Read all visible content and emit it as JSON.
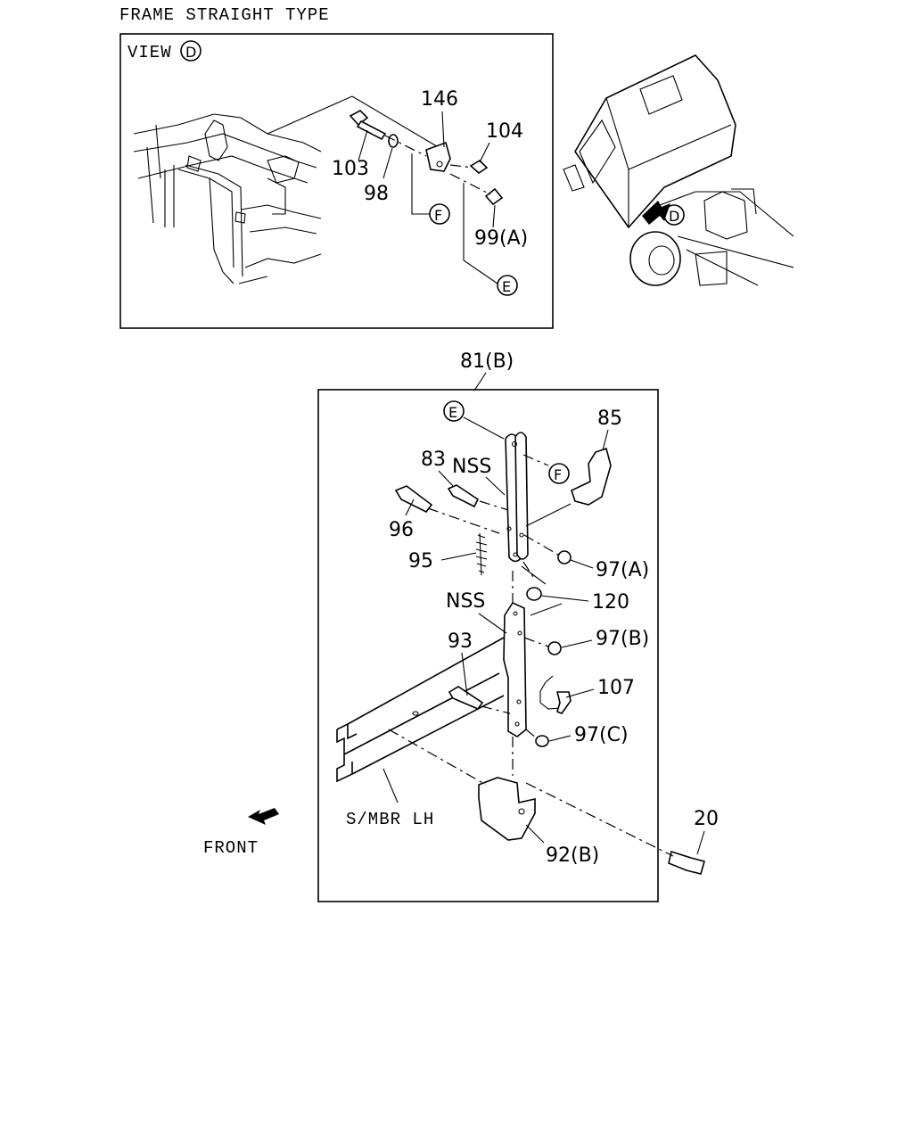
{
  "header": {
    "title": "FRAME STRAIGHT TYPE"
  },
  "view": {
    "label": "VIEW",
    "letter": "D"
  },
  "callout_letters": {
    "E": "E",
    "F": "F",
    "D": "D"
  },
  "top_labels": {
    "p146": "146",
    "p104": "104",
    "p103": "103",
    "p98": "98",
    "p99a": "99(A)"
  },
  "main_labels": {
    "p81b": "81(B)",
    "p85": "85",
    "p83": "83",
    "nss1": "NSS",
    "p96": "96",
    "p95": "95",
    "p97a": "97(A)",
    "p120": "120",
    "nss2": "NSS",
    "p97b": "97(B)",
    "p93": "93",
    "p107": "107",
    "p97c": "97(C)",
    "smbr": "S/MBR LH",
    "p92b": "92(B)",
    "p20": "20",
    "front": "FRONT"
  }
}
